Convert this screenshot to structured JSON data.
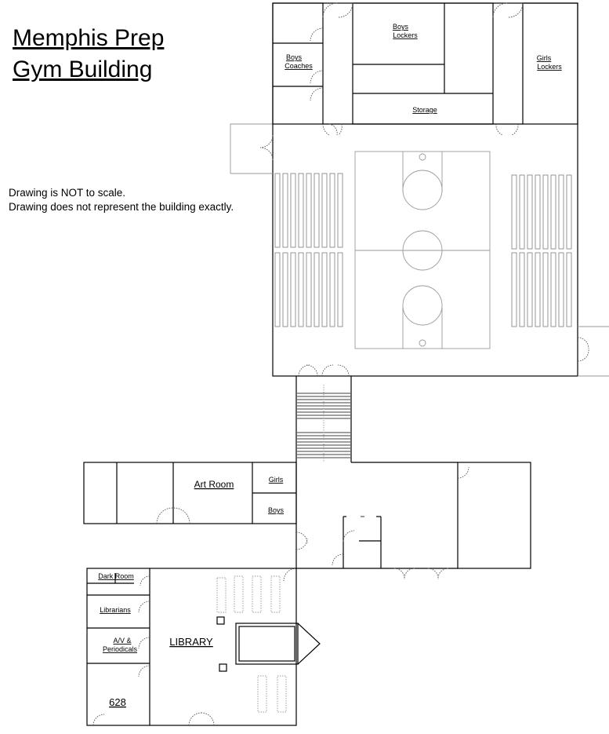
{
  "title": {
    "line1": "Memphis Prep",
    "line2": "Gym Building"
  },
  "notes": [
    "Drawing is NOT to scale.",
    "Drawing does not represent the building exactly."
  ],
  "rooms": {
    "boys_coaches": [
      "Boys",
      "Coaches"
    ],
    "boys_lockers": [
      "Boys",
      "Lockers"
    ],
    "girls_lockers": [
      "Girls",
      "Lockers"
    ],
    "storage": "Storage",
    "art_room": "Art Room",
    "girls": "Girls",
    "boys": "Boys",
    "dark_room": "Dark Room",
    "librarians": "Librarians",
    "av_periodicals": [
      "A/V &",
      "Periodicals"
    ],
    "library": "LIBRARY",
    "room_628": "628"
  }
}
